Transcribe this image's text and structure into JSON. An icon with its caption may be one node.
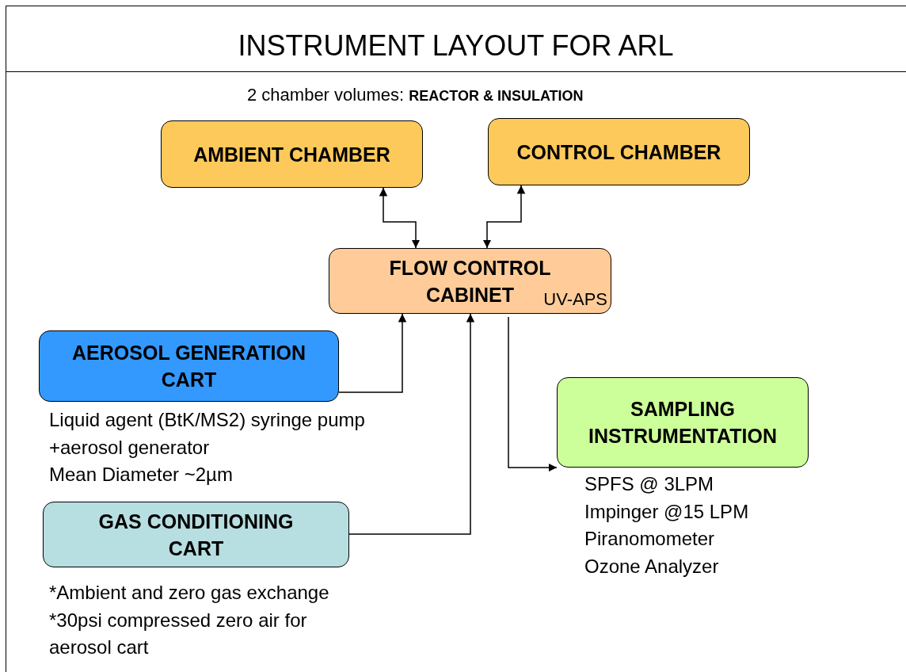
{
  "diagram": {
    "title": "INSTRUMENT LAYOUT FOR ARL",
    "nodes": [
      {
        "text": [
          "AMBIENT CHAMBER"
        ]
      },
      {
        "text": [
          "CONTROL CHAMBER"
        ]
      },
      {
        "text": [
          "FLOW CONTROL CABINET",
          "UV-APS"
        ]
      },
      {
        "text": [
          "AEROSOL GENERATION CART"
        ],
        "beside": [
          "Liquid agent (BtK/MS2) syringe pump",
          "+aerosol generator",
          "Mean Diameter ~2µm"
        ]
      },
      {
        "text": [
          "SAMPLING INSTRUMENTATION"
        ],
        "beside": [
          "SPFS @ 3LPM",
          "Impinger @15 LPM",
          "Piranomometer",
          "Ozone Analyzer"
        ]
      },
      {
        "text": [
          "GAS CONDITIONING CART"
        ],
        "beside": [
          "*Ambient and zero gas exchange",
          "*30psi compressed zero air for aerosol cart"
        ]
      }
    ],
    "edges": [
      {
        "from": 2,
        "to": 0,
        "arrow": "both"
      },
      {
        "from": 2,
        "to": 1,
        "arrow": "both"
      },
      {
        "from": 3,
        "to": 2,
        "arrow": "to"
      },
      {
        "from": 5,
        "to": 2,
        "arrow": "to"
      },
      {
        "from": 2,
        "to": 4,
        "arrow": "to"
      }
    ],
    "labels": [
      "2 chamber volumes: **REACTOR & INSULATION**"
    ]
  }
}
